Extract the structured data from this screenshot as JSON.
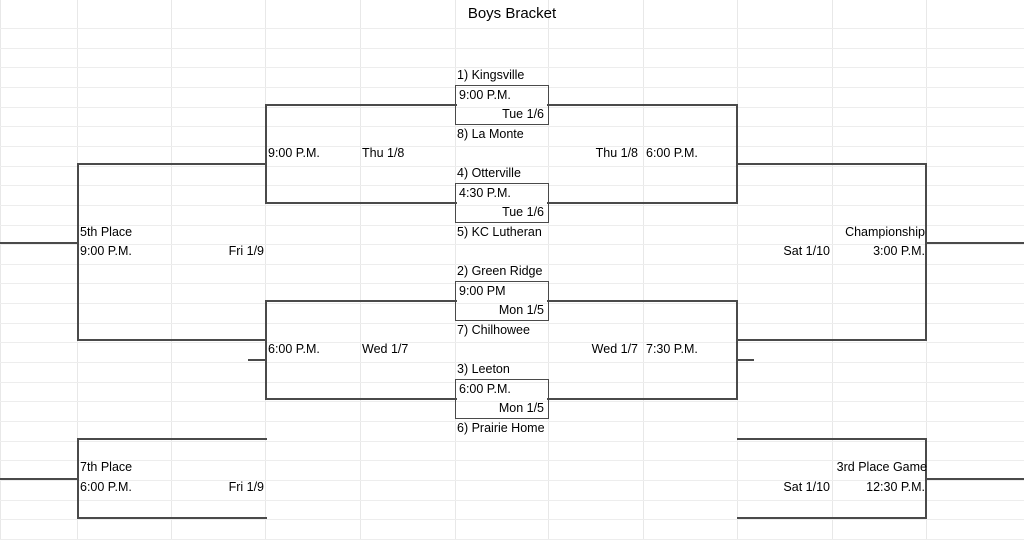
{
  "title": "Boys Bracket",
  "colors": {
    "bracket_line": "#4a4a4a",
    "grid_line": "#e8e8e8",
    "text": "#000000",
    "background": "#ffffff"
  },
  "round1": {
    "games": [
      {
        "id": "game-1",
        "top_team": "1) Kingsville",
        "bottom_team": "8) La Monte",
        "time": "9:00 P.M.",
        "date": "Tue 1/6"
      },
      {
        "id": "game-2",
        "top_team": "4) Otterville",
        "bottom_team": "5) KC Lutheran",
        "time": "4:30 P.M.",
        "date": "Tue 1/6"
      },
      {
        "id": "game-3",
        "top_team": "2) Green Ridge",
        "bottom_team": "7) Chilhowee",
        "time": "9:00 PM",
        "date": "Mon 1/5"
      },
      {
        "id": "game-4",
        "top_team": "3) Leeton",
        "bottom_team": "6) Prairie Home",
        "time": "6:00 P.M.",
        "date": "Mon 1/5"
      }
    ]
  },
  "semifinals": {
    "left_upper": {
      "time": "9:00 P.M.",
      "date": "Thu 1/8"
    },
    "left_lower": {
      "time": "6:00 P.M.",
      "date": "Wed 1/7"
    },
    "right_upper": {
      "date": "Thu 1/8",
      "time": "6:00 P.M."
    },
    "right_lower": {
      "date": "Wed 1/7",
      "time": "7:30 P.M."
    }
  },
  "consolation": {
    "fifth_place": {
      "label": "5th Place",
      "time": "9:00 P.M.",
      "date": "Fri 1/9"
    },
    "seventh_place": {
      "label": "7th Place",
      "time": "6:00 P.M.",
      "date": "Fri 1/9"
    }
  },
  "finals": {
    "championship": {
      "label": "Championship",
      "date": "Sat 1/10",
      "time": "3:00 P.M."
    },
    "third_place": {
      "label": "3rd Place Game",
      "date": "Sat 1/10",
      "time": "12:30 P.M."
    }
  }
}
